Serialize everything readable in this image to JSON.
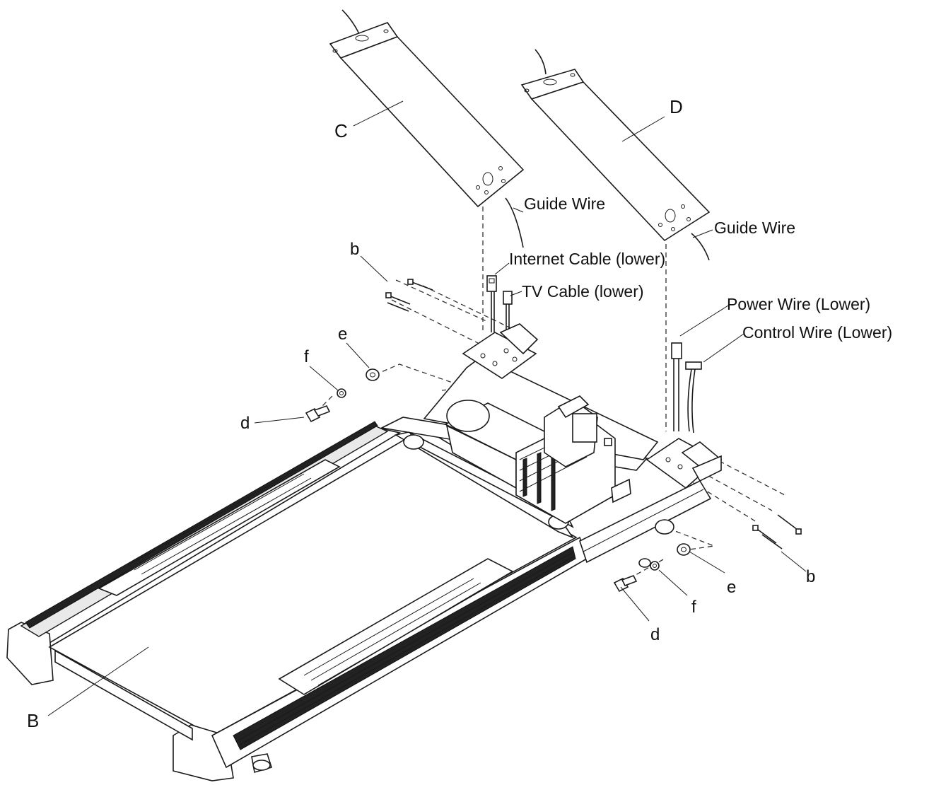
{
  "diagram": {
    "parts": {
      "upright_left": "C",
      "upright_right": "D",
      "base": "B"
    },
    "hardware": {
      "bolt_long_left": "b",
      "bolt_long_right": "b",
      "bolt_left": "d",
      "bolt_right": "d",
      "washer_left": "e",
      "washer_right": "e",
      "lock_washer_left": "f",
      "lock_washer_right": "f"
    },
    "wires": {
      "guide_wire_left": "Guide Wire",
      "guide_wire_right": "Guide Wire",
      "internet_cable": "Internet Cable (lower)",
      "tv_cable": "TV Cable (lower)",
      "power_wire": "Power Wire (Lower)",
      "control_wire": "Control Wire (Lower)"
    }
  }
}
